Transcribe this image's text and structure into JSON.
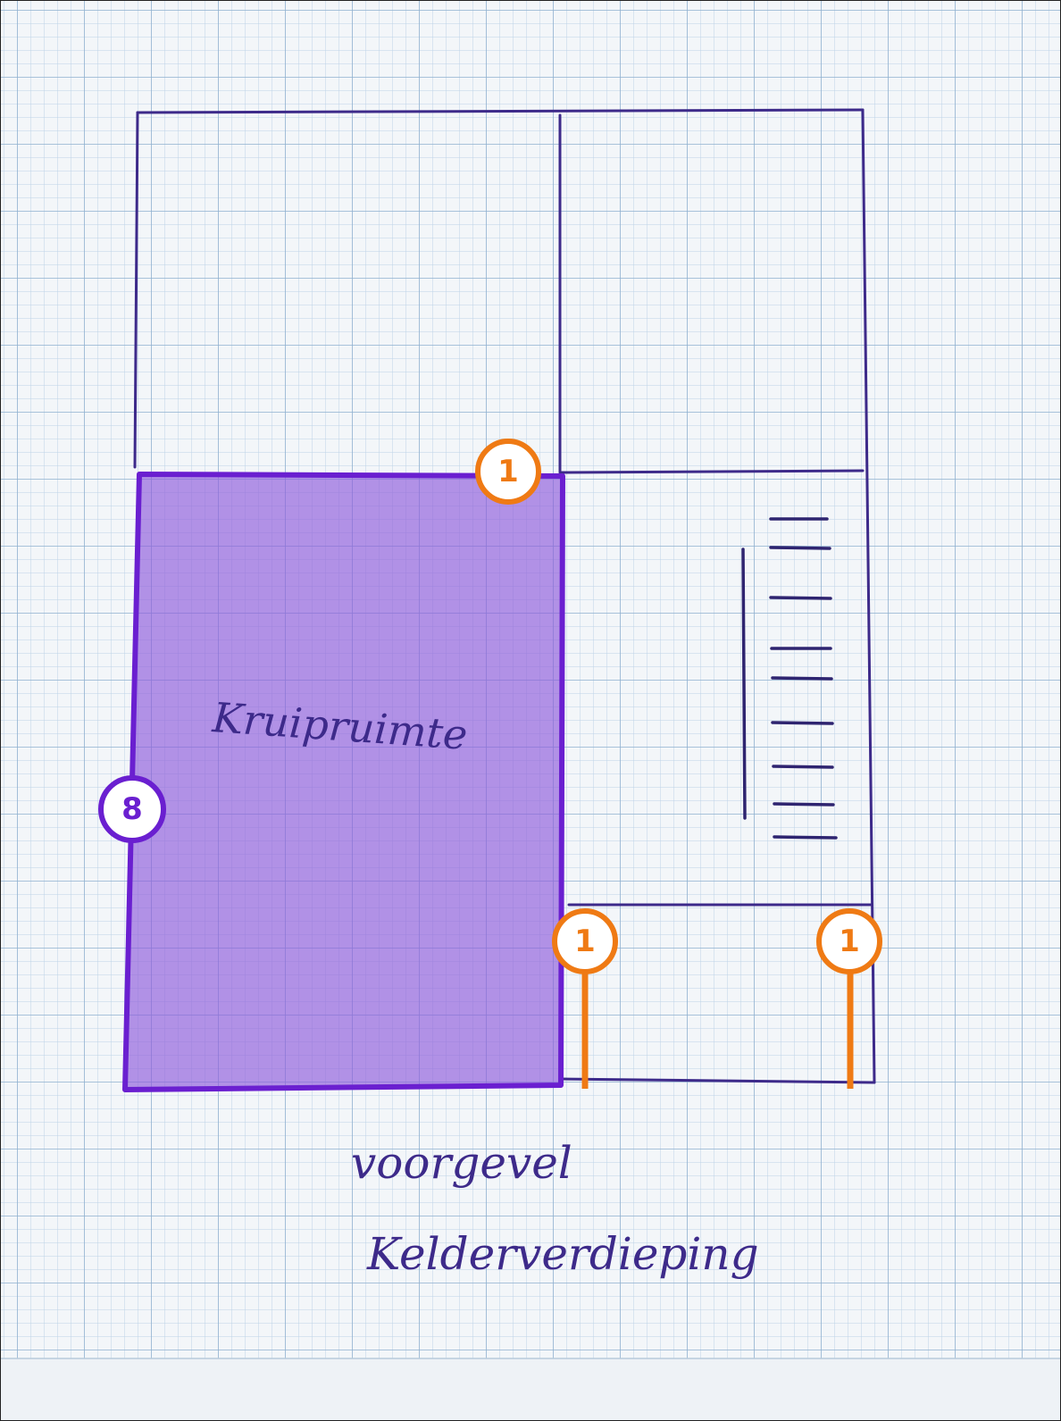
{
  "labels": {
    "room": "Kruipruimte",
    "line1": "voorgevel",
    "line2": "Kelderverdieping"
  },
  "markers": {
    "top": "1",
    "left": "8",
    "bottom_left": "1",
    "bottom_right": "1"
  },
  "colors": {
    "paper": "#f3f6f9",
    "grid_minor": "#bcd3e6",
    "grid_major": "#8fb1cf",
    "ink": "#3d2a8a",
    "highlight_fill": "#8e5bdc",
    "highlight_stroke": "#6a1fd0",
    "orange": "#ef7a14"
  }
}
